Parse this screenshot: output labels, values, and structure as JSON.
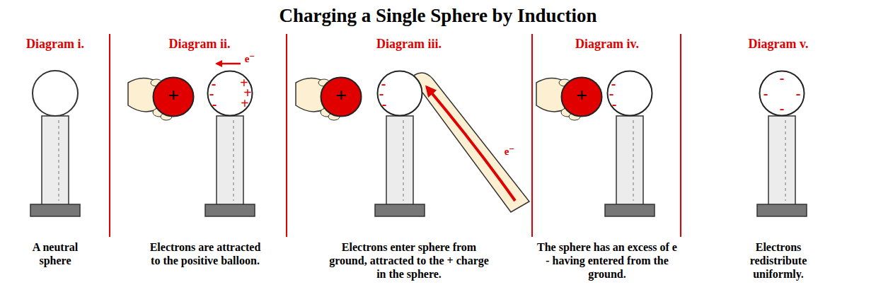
{
  "diagram": {
    "title": "Charging a Single Sphere by Induction",
    "nodes": [
      {
        "text": [
          "+"
        ]
      },
      {
        "text": [
          "-",
          "-",
          "-",
          "+",
          "+",
          "+"
        ]
      },
      {
        "text": [
          "+"
        ]
      },
      {
        "text": [
          "-",
          "-",
          "-"
        ]
      },
      {
        "text": [
          "+"
        ]
      },
      {
        "text": [
          "-",
          "-",
          "-"
        ]
      },
      {
        "text": [
          "-",
          "-",
          "-",
          "-"
        ]
      }
    ],
    "labels": [
      "Diagram i.",
      "A neutral sphere",
      "Diagram ii.",
      "e⁻",
      "Electrons are attracted to the positive balloon.",
      "Diagram iii.",
      "e⁻",
      "Electrons enter sphere from ground, attracted to the + charge in the sphere.",
      "Diagram iv.",
      "The sphere has an excess of e - having entered from the ground.",
      "Diagram v.",
      "Electrons redistribute uniformly."
    ]
  }
}
